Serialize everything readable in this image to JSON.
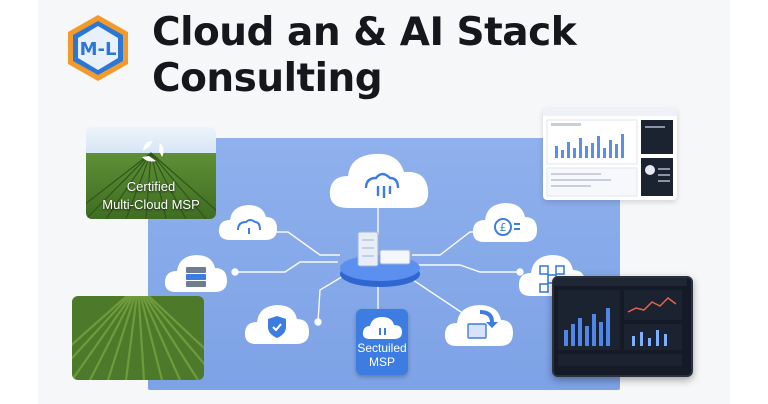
{
  "header": {
    "logo_text": "M-L",
    "title_line1": "Cloud an & AI Stack",
    "title_line2": "Consulting"
  },
  "certified_card": {
    "line1": "Certified",
    "line2": "Multi-Cloud MSP"
  },
  "msp_badge": {
    "line1": "Sectuiled",
    "line2": "MSP"
  },
  "icons": [
    "analytics-cloud-icon",
    "database-cloud-icon",
    "server-stack-cloud-icon",
    "security-shield-cloud-icon",
    "finance-cloud-icon",
    "network-nodes-cloud-icon",
    "migration-cloud-icon",
    "server-platform-icon"
  ],
  "colors": {
    "diagram_bg": "#7da2e6",
    "accent_blue": "#3d7de2",
    "logo_orange": "#f39a2a",
    "logo_blue": "#2a77d6"
  }
}
